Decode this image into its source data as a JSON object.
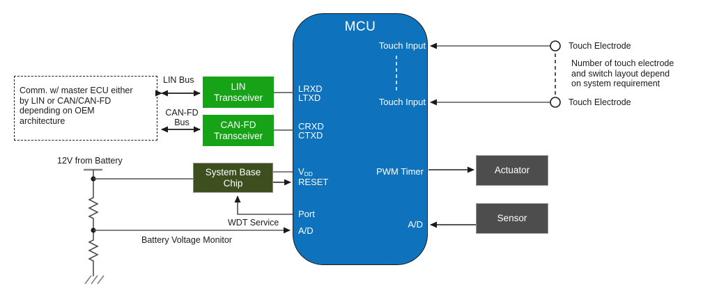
{
  "diagram_title": "MCU",
  "colors": {
    "mcu_fill": "#0E72BC",
    "transceiver_fill": "#17A317",
    "system_base_chip_fill": "#3D4F1E",
    "device_fill": "#4D4D4D",
    "wire": "#4d4d4d",
    "text_on_blocks": "#ffffff"
  },
  "mcu": {
    "title": "MCU",
    "pins_left": {
      "lrxd": "LRXD",
      "ltxd": "LTXD",
      "crxd": "CRXD",
      "ctxd": "CTXD",
      "vdd_base": "V",
      "vdd_sub": "DD",
      "reset": "RESET",
      "port": "Port",
      "adc": "A/D"
    },
    "pins_right": {
      "touch1": "Touch Input",
      "touch2": "Touch Input",
      "pwm": "PWM Timer",
      "adc": "A/D"
    }
  },
  "blocks": {
    "lin_transceiver": {
      "line1": "LIN",
      "line2": "Transceiver"
    },
    "canfd_transceiver": {
      "line1": "CAN-FD",
      "line2": "Transceiver"
    },
    "system_base_chip": {
      "line1": "System Base",
      "line2": "Chip"
    },
    "actuator": "Actuator",
    "sensor": "Sensor"
  },
  "note_box": {
    "lines": [
      "Comm. w/ master ECU either",
      "by LIN or CAN/CAN-FD",
      "depending on OEM",
      "architecture"
    ]
  },
  "bus_labels": {
    "lin": "LIN Bus",
    "canfd_line1": "CAN-FD",
    "canfd_line2": "Bus"
  },
  "annotations": {
    "battery": "12V from Battery",
    "wdt": "WDT Service",
    "battery_monitor": "Battery Voltage Monitor",
    "electrode1": "Touch Electrode",
    "electrode2": "Touch Electrode",
    "touch_note_lines": [
      "Number of touch electrode",
      "and switch layout depend",
      "on system requirement"
    ]
  }
}
